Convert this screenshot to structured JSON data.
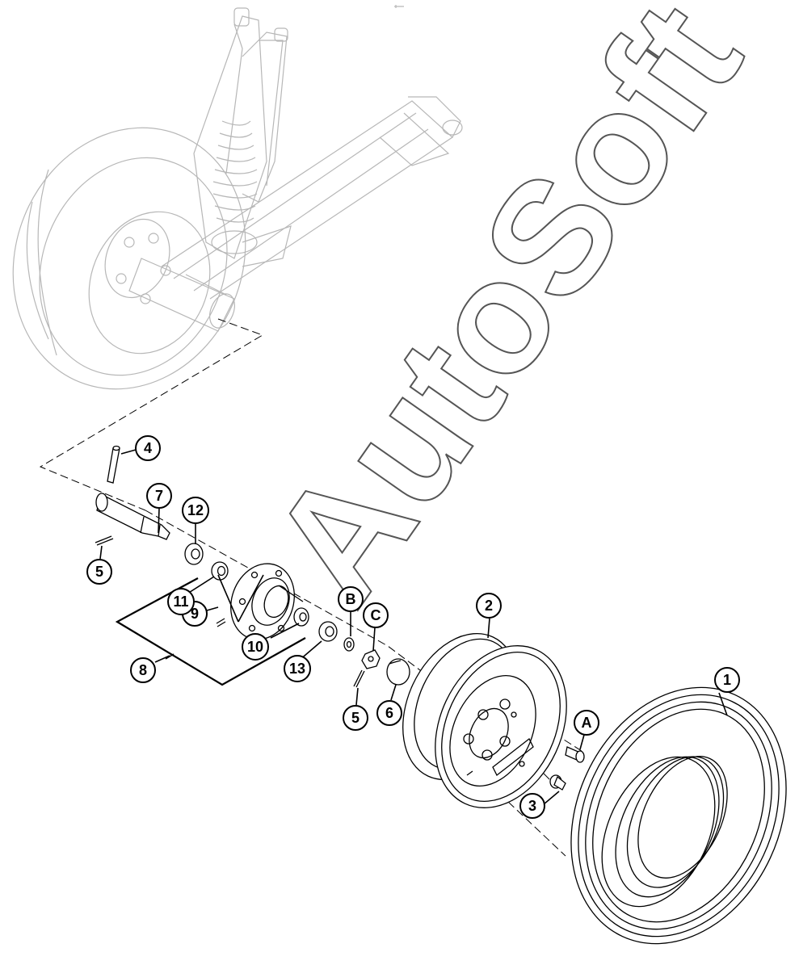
{
  "watermark": "AutoSoft",
  "callouts": {
    "c1": "1",
    "c2": "2",
    "c3": "3",
    "c4": "4",
    "c5a": "5",
    "c5b": "5",
    "c6": "6",
    "c7": "7",
    "c8": "8",
    "c9": "9",
    "c10": "10",
    "c11": "11",
    "c12": "12",
    "c13": "13",
    "cA": "A",
    "cB": "B",
    "cC": "C"
  }
}
